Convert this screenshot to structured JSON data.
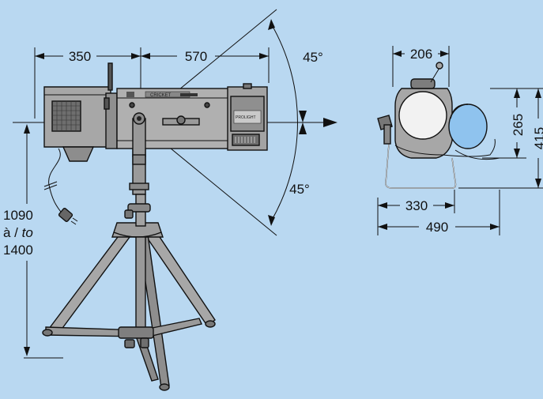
{
  "dimensions": {
    "side_left_length": "350",
    "side_right_length": "570",
    "tilt_up": "45°",
    "tilt_down": "45°",
    "height_line1": "1090",
    "height_line2_prefix": "à / ",
    "height_line2_suffix": "to",
    "height_line3": "1400",
    "front_top_width": "206",
    "front_inner_height": "265",
    "front_total_height": "415",
    "front_base_inner": "330",
    "front_base_total": "490"
  },
  "labels": {
    "brand": "CRICKET",
    "device_label": "PROLIGHT"
  },
  "colors": {
    "background": "#b9d8f1",
    "body_gray": "#a7a7a7",
    "dark_gray": "#7b7b7b",
    "lens_blue": "#8fc3ee",
    "lens_white": "#f2f2f2"
  }
}
